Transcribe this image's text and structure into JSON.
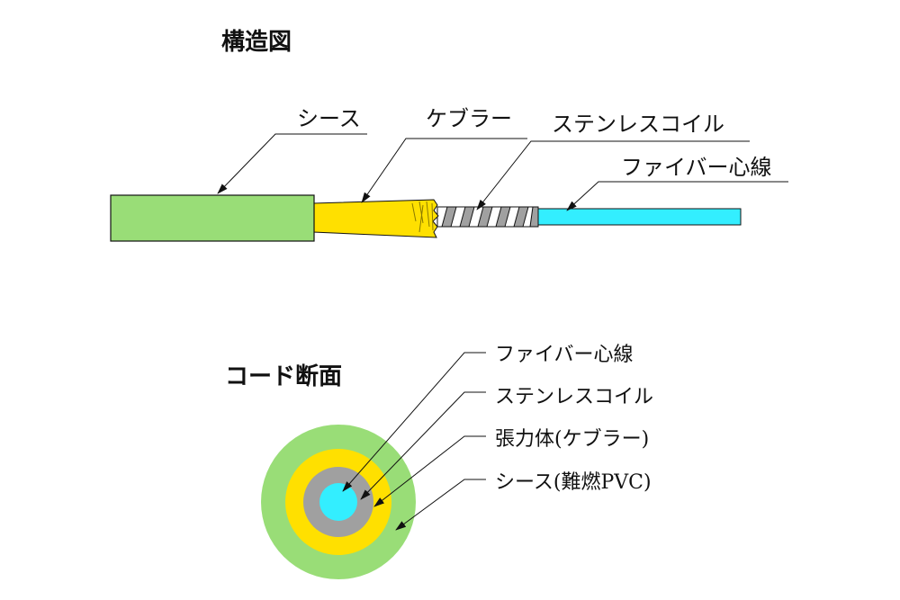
{
  "structure": {
    "heading": "構造図",
    "labels": {
      "sheath": "シース",
      "kevlar": "ケブラー",
      "steel_coil": "ステンレスコイル",
      "fiber": "ファイバー心線"
    }
  },
  "section": {
    "heading": "コード断面",
    "labels": {
      "fiber": "ファイバー心線",
      "steel_coil": "ステンレスコイル",
      "tension": "張力体(ケブラー)",
      "sheath": "シース(難燃PVC)"
    }
  },
  "colors": {
    "sheath": "#99dd77",
    "kevlar": "#ffe000",
    "steel_coil": "#a0a0a0",
    "fiber": "#33eeff",
    "line": "#111111"
  }
}
